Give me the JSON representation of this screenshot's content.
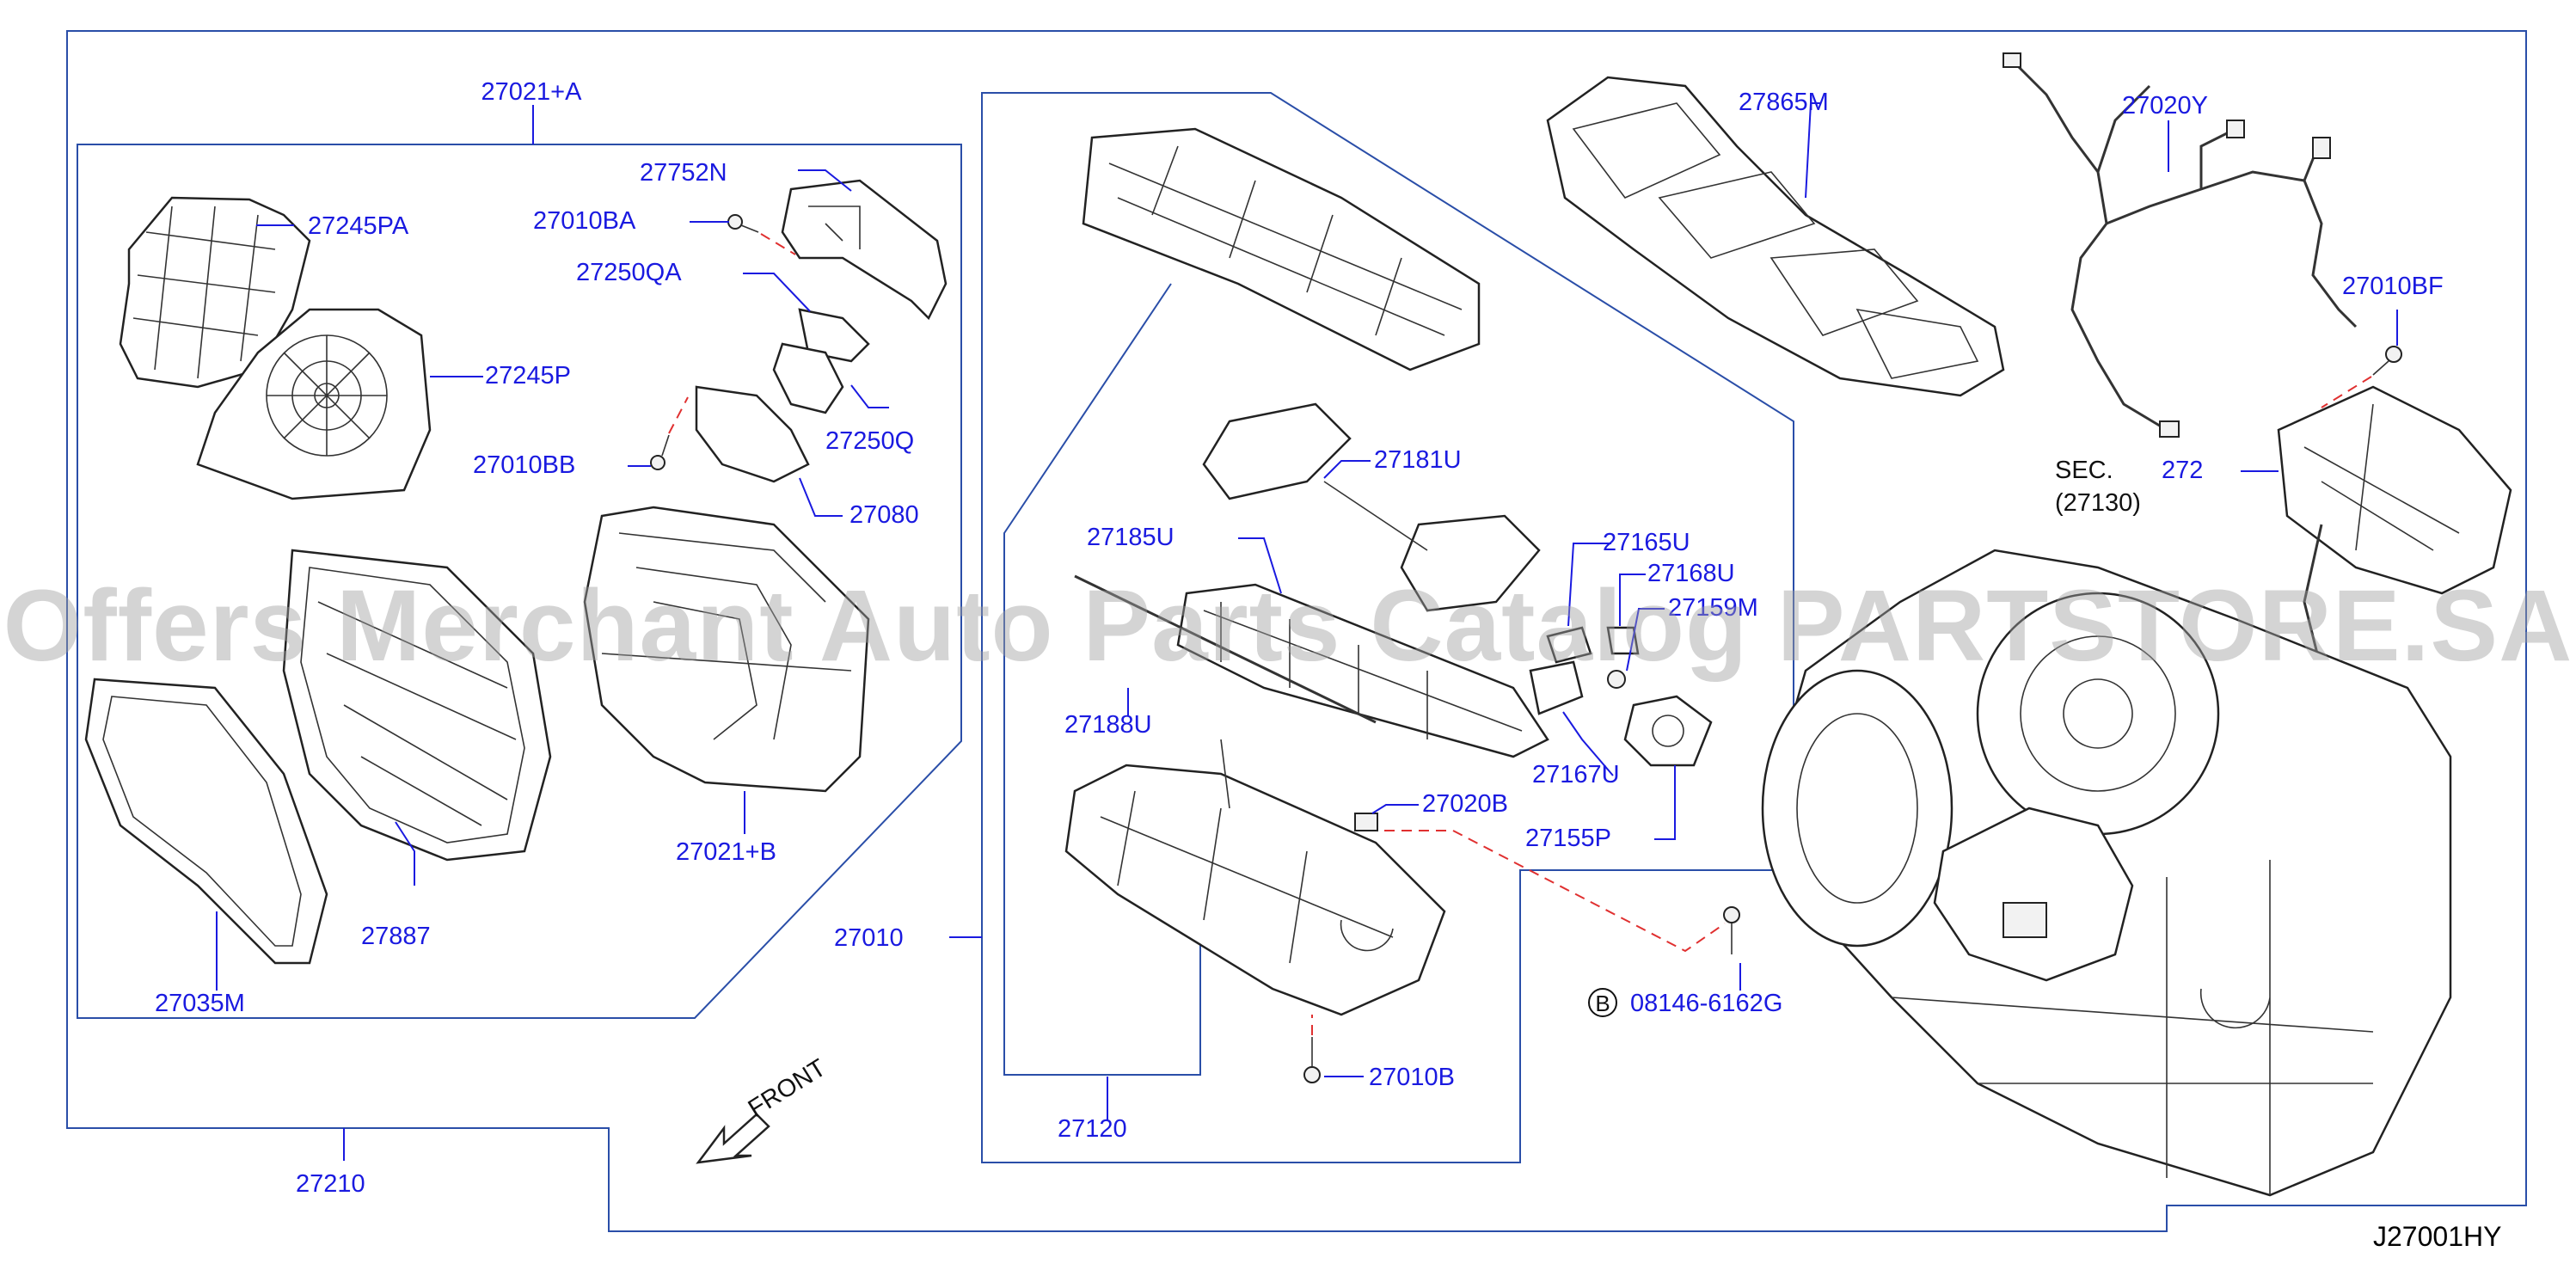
{
  "diagram_code": "J27001HY",
  "watermark": "Offers Merchant Auto Parts Catalog PARTSTORE.SA",
  "front_label": "FRONT",
  "sec": {
    "prefix": "SEC.",
    "number": "272",
    "sub": "(27130)"
  },
  "bolt_marker": "B",
  "labels": {
    "p27021A": "27021+A",
    "p27752N": "27752N",
    "p27010BA": "27010BA",
    "p27245PA": "27245PA",
    "p27250QA": "27250QA",
    "p27245P": "27245P",
    "p27250Q": "27250Q",
    "p27010BB": "27010BB",
    "p27080": "27080",
    "p27021B": "27021+B",
    "p27887": "27887",
    "p27035M": "27035M",
    "p27010": "27010",
    "p27210": "27210",
    "p27865M": "27865M",
    "p27020Y": "27020Y",
    "p27010BF": "27010BF",
    "p27181U": "27181U",
    "p27185U": "27185U",
    "p27165U": "27165U",
    "p27168U": "27168U",
    "p27159M": "27159M",
    "p27188U": "27188U",
    "p27167U": "27167U",
    "p27020B": "27020B",
    "p27155P": "27155P",
    "p08146": "08146-6162G",
    "p27120": "27120",
    "p27010B": "27010B"
  },
  "colors": {
    "label": "#1a1ae0",
    "leader": "#1a1ae0",
    "frame": "#2a4ea8",
    "dashed": "#e03030",
    "watermark": "#a0a0a0"
  }
}
